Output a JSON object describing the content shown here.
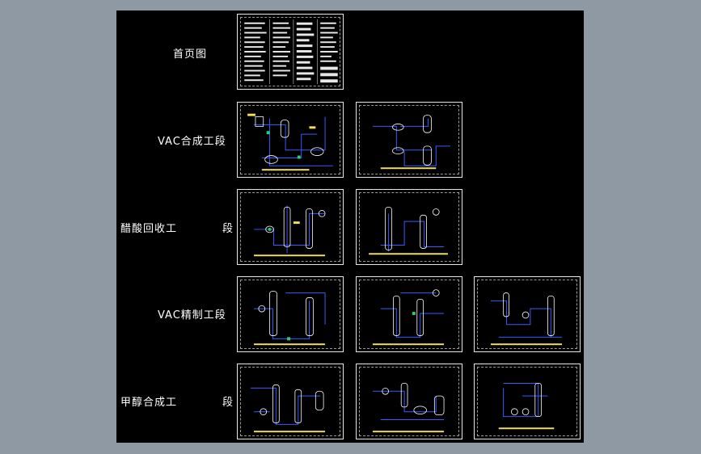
{
  "labels": {
    "cover": "首页图",
    "vac_synthesis": "VAC合成工段",
    "acetic_recovery_main": "醋酸回收工",
    "acetic_recovery_tail": "段",
    "vac_refining": "VAC精制工段",
    "methanol_synthesis_main": "甲醇合成工",
    "methanol_synthesis_tail": "段"
  },
  "colors": {
    "background": "#000000",
    "frame": "#8e99a4",
    "sheet_border": "#e6e6e6",
    "pipe": "#3a5bff",
    "equipment": "#ffffff",
    "valve": "#2ecc71",
    "tag": "#f2e05a"
  },
  "sheets": [
    {
      "group": "cover",
      "type": "title-table"
    },
    {
      "group": "vac_synthesis",
      "type": "pid"
    },
    {
      "group": "vac_synthesis",
      "type": "pid"
    },
    {
      "group": "acetic_recovery",
      "type": "pid"
    },
    {
      "group": "acetic_recovery",
      "type": "pid"
    },
    {
      "group": "vac_refining",
      "type": "pid"
    },
    {
      "group": "vac_refining",
      "type": "pid"
    },
    {
      "group": "vac_refining",
      "type": "pid"
    },
    {
      "group": "methanol_synthesis",
      "type": "pid"
    },
    {
      "group": "methanol_synthesis",
      "type": "pid"
    },
    {
      "group": "methanol_synthesis",
      "type": "pid"
    }
  ]
}
